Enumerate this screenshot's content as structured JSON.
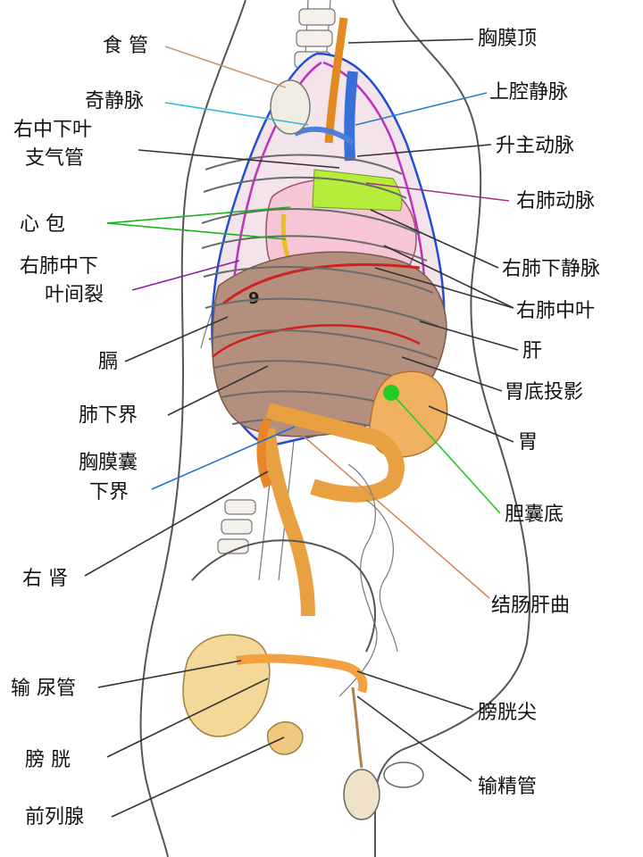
{
  "diagram": {
    "labels": {
      "esophagus": "食 管",
      "azygos": "奇静脉",
      "bronchus_line1": "右中下叶",
      "bronchus_line2": "支气管",
      "pericardium": "心 包",
      "fissure_line1": "右肺中下",
      "fissure_line2": "叶间裂",
      "diaphragm": "膈",
      "lung_lower_border": "肺下界",
      "pleura_line1": "胸膜囊",
      "pleura_line2": "下界",
      "right_kidney": "右 肾",
      "ureter": "输 尿管",
      "bladder": "膀 胱",
      "prostate": "前列腺",
      "pleura_dome": "胸膜顶",
      "svc": "上腔静脉",
      "ascending_aorta": "升主动脉",
      "pulmonary_artery": "右肺动脉",
      "inferior_pulm_vein": "右肺下静脉",
      "middle_lobe": "右肺中叶",
      "liver": "肝",
      "gastric_fundus": "胃底投影",
      "stomach": "胃",
      "gallbladder_fundus": "胆囊底",
      "hepatic_flexure": "结肠肝曲",
      "bladder_apex": "膀胱尖",
      "vas_deferens": "输精管",
      "rib_number": "9"
    },
    "colors": {
      "pericardium_leader": "#1bb31b",
      "azygos_leader": "#33b8d8",
      "fissure_leader": "#8a1fa0",
      "pleura_leader": "#1f6fd0",
      "gallbladder_leader": "#22cc22",
      "hepatic_leader": "#d08a60",
      "pulmonary_artery_leader": "#a0308a",
      "svc_leader": "#2a7fbf",
      "esophagus_leader": "#c89870",
      "default_leader": "#333333"
    }
  }
}
